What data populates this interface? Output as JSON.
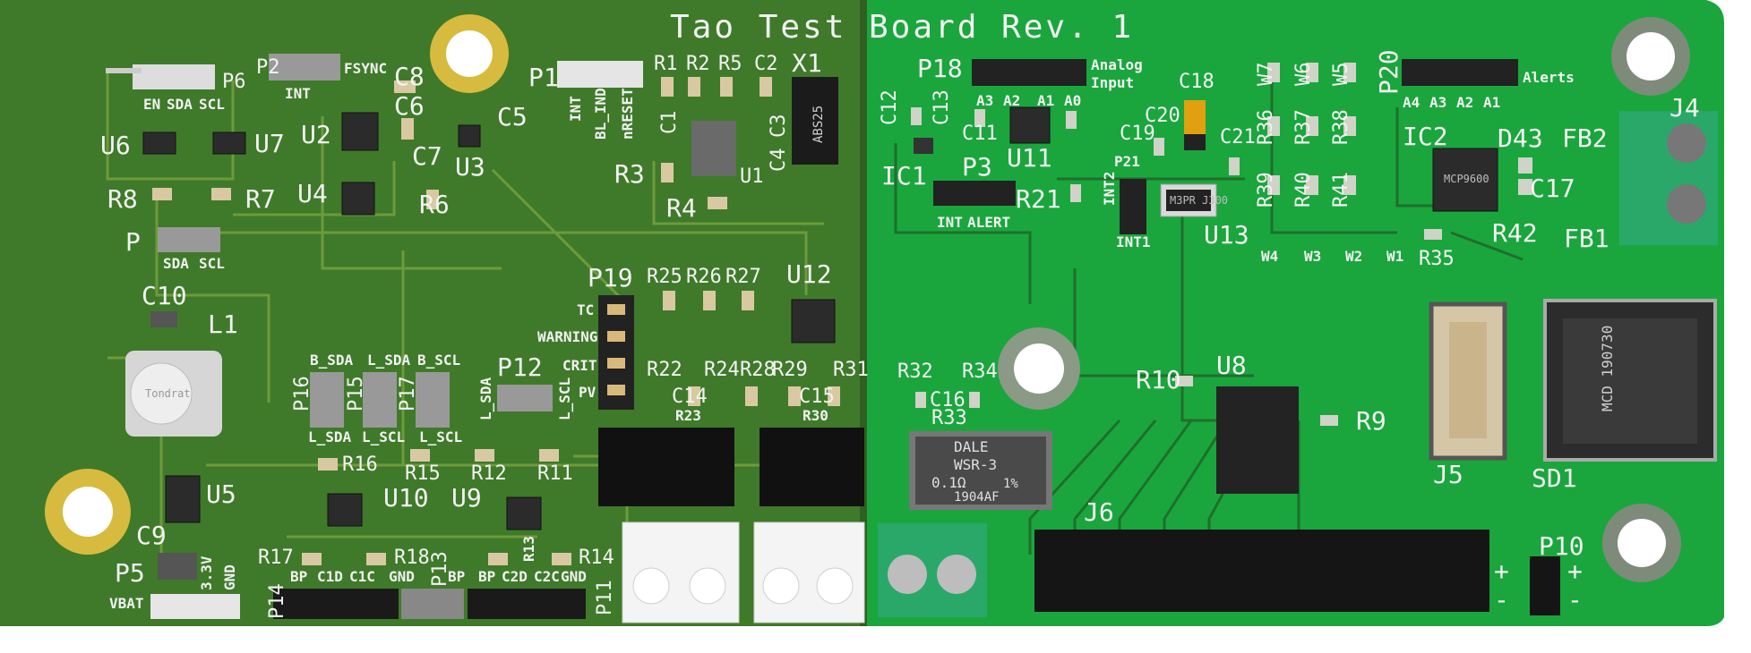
{
  "title_left": "Tao Test",
  "title_right": "Board Rev. 1",
  "left_labels": {
    "U6": "U6",
    "U7": "U7",
    "R8": "R8",
    "R7": "R7",
    "P": "P",
    "SDA": "SDA",
    "SCL": "SCL",
    "P6": "P6",
    "EN": "EN",
    "P2": "P2",
    "INT": "INT",
    "FSYNC": "FSYNC",
    "C8": "C8",
    "C6": "C6",
    "U2": "U2",
    "C7": "C7",
    "U3": "U3",
    "C5": "C5",
    "U4": "U4",
    "R6": "R6",
    "C10": "C10",
    "L1": "L1",
    "U5": "U5",
    "C9": "C9",
    "P5": "P5",
    "VBAT": "VBAT",
    "V33": "3.3V",
    "GND": "GND",
    "P16": "P16",
    "P15": "P15",
    "P17": "P17",
    "B_SDA": "B_SDA",
    "L_SDA": "L_SDA",
    "B_SCL": "B_SCL",
    "L_SCL": "L_SCL",
    "P12": "P12",
    "R16": "R16",
    "R15": "R15",
    "R12": "R12",
    "R11": "R11",
    "U10": "U10",
    "U9": "U9",
    "R13": "R13",
    "R17": "R17",
    "R18": "R18",
    "R14": "R14",
    "P14": "P14",
    "P13": "P13",
    "P11": "P11",
    "BP": "BP",
    "C1D": "C1D",
    "C1C": "C1C",
    "C2D": "C2D",
    "C2C": "C2C",
    "P1": "P1",
    "BL_IND": "BL_IND",
    "nRESET": "nRESET",
    "R1": "R1",
    "R2": "R2",
    "R5": "R5",
    "C2": "C2",
    "X1": "X1",
    "ABS25": "ABS25",
    "C1": "C1",
    "C3": "C3",
    "C4": "C4",
    "R3": "R3",
    "R4": "R4",
    "U1": "U1",
    "P19": "P19",
    "TC": "TC",
    "WARNING": "WARNING",
    "CRIT": "CRIT",
    "PV": "PV",
    "R25": "R25",
    "R26": "R26",
    "R27": "R27",
    "U12": "U12",
    "R22": "R22",
    "R24": "R24",
    "R28": "R28",
    "R29": "R29",
    "R31": "R31",
    "C14": "C14",
    "C15": "C15",
    "R23": "R23",
    "R30": "R30"
  },
  "right_labels": {
    "P18": "P18",
    "Analog": "Analog",
    "Input": "Input",
    "A3": "A3",
    "A2": "A2",
    "A1": "A1",
    "A0": "A0",
    "C12": "C12",
    "C13": "C13",
    "C11": "C11",
    "U11": "U11",
    "IC1": "IC1",
    "P3": "P3",
    "INT": "INT",
    "ALERT": "ALERT",
    "R21": "R21",
    "C18": "C18",
    "C20": "C20",
    "C19": "C19",
    "C21": "C21",
    "P21": "P21",
    "INT2": "INT2",
    "INT1": "INT1",
    "U13": "U13",
    "W7": "W7",
    "W6": "W6",
    "W5": "W5",
    "R36": "R36",
    "R37": "R37",
    "R38": "R38",
    "R39": "R39",
    "R40": "R40",
    "R41": "R41",
    "W4": "W4",
    "W3": "W3",
    "W2": "W2",
    "W1": "W1",
    "P20": "P20",
    "Alerts": "Alerts",
    "A4": "A4",
    "IC2": "IC2",
    "D43": "D43",
    "FB2": "FB2",
    "FB1": "FB1",
    "C17": "C17",
    "R42": "R42",
    "R35": "R35",
    "J4": "J4",
    "R32": "R32",
    "R34": "R34",
    "C16": "C16",
    "R33": "R33",
    "R10": "R10",
    "U8": "U8",
    "R9": "R9",
    "J5": "J5",
    "SD1": "SD1",
    "J6": "J6",
    "P10": "P10",
    "PLUS": "+",
    "MINUS": "-"
  },
  "part_markings": {
    "dale": "DALE",
    "wsr": "WSR-3",
    "ohm": "0.1Ω",
    "pct": "1%",
    "lot": "1904AF",
    "sd": "MCD 190730",
    "inductor": "Tondrat",
    "u13": "M3PR J300",
    "ic2": "MCP9600"
  }
}
